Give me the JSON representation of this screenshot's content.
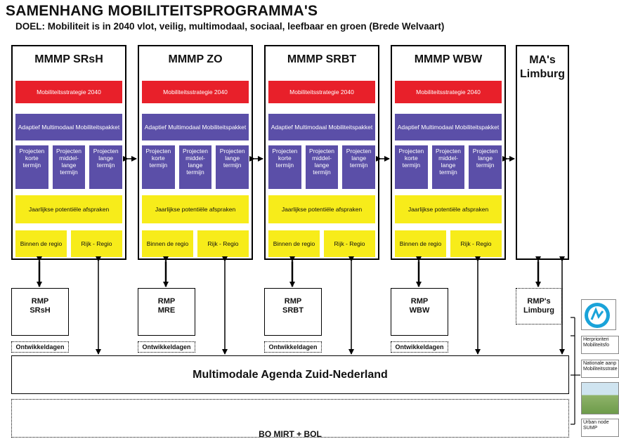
{
  "header": {
    "title": "SAMENHANG MOBILITEITSPROGRAMMA'S",
    "goal": "DOEL: Mobiliteit is in 2040 vlot, veilig, multimodaal, sociaal, leefbaar en groen (Brede Welvaart)"
  },
  "programs": [
    {
      "title": "MMMP SRsH",
      "strategy": "Mobiliteitsstrategie 2040",
      "package": "Adaptief Multimodaal Mobiliteitspakket",
      "projects": [
        "Projecten korte termijn",
        "Projecten middel-lange termijn",
        "Projecten lange termijn"
      ],
      "agreements": "Jaarlijkse potentiële afspraken",
      "inside": "Binnen de regio",
      "rijk": "Rijk - Regio"
    },
    {
      "title": "MMMP ZO",
      "strategy": "Mobiliteitsstrategie 2040",
      "package": "Adaptief Multimodaal Mobiliteitspakket",
      "projects": [
        "Projecten korte termijn",
        "Projecten middel-lange termijn",
        "Projecten lange termijn"
      ],
      "agreements": "Jaarlijkse potentiële afspraken",
      "inside": "Binnen de regio",
      "rijk": "Rijk - Regio"
    },
    {
      "title": "MMMP SRBT",
      "strategy": "Mobiliteitsstrategie 2040",
      "package": "Adaptief Multimodaal Mobiliteitspakket",
      "projects": [
        "Projecten korte termijn",
        "Projecten middel-lange termijn",
        "Projecten lange termijn"
      ],
      "agreements": "Jaarlijkse potentiële afspraken",
      "inside": "Binnen de regio",
      "rijk": "Rijk - Regio"
    },
    {
      "title": "MMMP WBW",
      "strategy": "Mobiliteitsstrategie 2040",
      "package": "Adaptief Multimodaal Mobiliteitspakket",
      "projects": [
        "Projecten korte termijn",
        "Projecten middel-lange termijn",
        "Projecten lange termijn"
      ],
      "agreements": "Jaarlijkse potentiële afspraken",
      "inside": "Binnen de regio",
      "rijk": "Rijk - Regio"
    }
  ],
  "ma": {
    "title_line1": "MA's",
    "title_line2": "Limburg"
  },
  "rmps": [
    {
      "line1": "RMP",
      "line2": "SRsH",
      "dev": "Ontwikkeldagen"
    },
    {
      "line1": "RMP",
      "line2": "MRE",
      "dev": "Ontwikkeldagen"
    },
    {
      "line1": "RMP",
      "line2": "SRBT",
      "dev": "Ontwikkeldagen"
    },
    {
      "line1": "RMP",
      "line2": "WBW",
      "dev": "Ontwikkeldagen"
    }
  ],
  "rmp_limburg": {
    "line1": "RMP's",
    "line2": "Limburg"
  },
  "agenda": "Multimodale Agenda Zuid-Nederland",
  "bo": "BO MIRT + BOL",
  "side": {
    "box1": "Herprioriteri Mobiliteitsfo",
    "box2": "Nationale aanp Mobiliteitsstrate",
    "box3": "Urban node SUMP"
  },
  "colors": {
    "red": "#e8202a",
    "blue": "#5b4fa8",
    "yellow": "#f7ec1a"
  }
}
